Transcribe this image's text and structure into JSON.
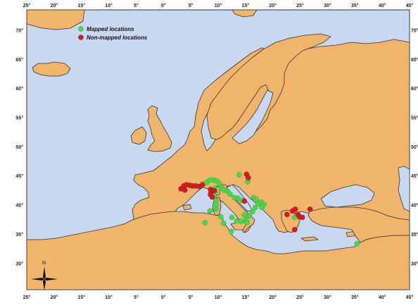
{
  "map": {
    "colors": {
      "sea": "#c8d8f0",
      "land": "#f0b46a",
      "coast": "#333333",
      "mapped": "#4cd64c",
      "non_mapped": "#d21e1e"
    },
    "axes": {
      "longitude_ticks": [
        "25°",
        "20°",
        "15°",
        "10°",
        "5°",
        "0°",
        "5°",
        "10°",
        "15°",
        "20°",
        "25°",
        "30°",
        "35°",
        "40°",
        "45°"
      ],
      "latitude_ticks": [
        "70°",
        "65°",
        "60°",
        "55°",
        "50°",
        "45°",
        "40°",
        "35°",
        "30°"
      ]
    },
    "legend": {
      "mapped_label": "Mapped locations",
      "non_mapped_label": "Non-mapped locations"
    },
    "compass": {
      "north_label": "N"
    },
    "mapped_locations": [
      {
        "lon": 7.3,
        "lat": 43.6
      },
      {
        "lon": 7.9,
        "lat": 43.9
      },
      {
        "lon": 8.5,
        "lat": 44.3
      },
      {
        "lon": 9.2,
        "lat": 44.3
      },
      {
        "lon": 9.8,
        "lat": 44.1
      },
      {
        "lon": 10.3,
        "lat": 43.6
      },
      {
        "lon": 10.6,
        "lat": 43.0
      },
      {
        "lon": 11.0,
        "lat": 42.6
      },
      {
        "lon": 11.7,
        "lat": 42.4
      },
      {
        "lon": 12.2,
        "lat": 41.9
      },
      {
        "lon": 13.0,
        "lat": 41.3
      },
      {
        "lon": 13.6,
        "lat": 41.2
      },
      {
        "lon": 14.3,
        "lat": 40.8
      },
      {
        "lon": 9.4,
        "lat": 42.9
      },
      {
        "lon": 9.5,
        "lat": 42.2
      },
      {
        "lon": 9.2,
        "lat": 41.6
      },
      {
        "lon": 9.6,
        "lat": 40.8
      },
      {
        "lon": 9.7,
        "lat": 40.0
      },
      {
        "lon": 9.6,
        "lat": 39.3
      },
      {
        "lon": 8.5,
        "lat": 39.0
      },
      {
        "lon": 10.5,
        "lat": 38.0
      },
      {
        "lon": 12.5,
        "lat": 37.9
      },
      {
        "lon": 13.4,
        "lat": 37.3
      },
      {
        "lon": 14.2,
        "lat": 37.2
      },
      {
        "lon": 15.1,
        "lat": 37.5
      },
      {
        "lon": 15.3,
        "lat": 37.0
      },
      {
        "lon": 14.8,
        "lat": 38.3
      },
      {
        "lon": 15.7,
        "lat": 38.2
      },
      {
        "lon": 16.3,
        "lat": 38.9
      },
      {
        "lon": 16.8,
        "lat": 39.6
      },
      {
        "lon": 17.3,
        "lat": 40.3
      },
      {
        "lon": 17.9,
        "lat": 40.5
      },
      {
        "lon": 18.4,
        "lat": 40.1
      },
      {
        "lon": 18.0,
        "lat": 39.6
      },
      {
        "lon": 16.5,
        "lat": 41.3
      },
      {
        "lon": 17.0,
        "lat": 41.0
      },
      {
        "lon": 12.4,
        "lat": 35.5
      },
      {
        "lon": 11.0,
        "lat": 36.9
      },
      {
        "lon": 7.6,
        "lat": 37.0
      },
      {
        "lon": 13.8,
        "lat": 45.2
      },
      {
        "lon": 15.4,
        "lat": 44.0
      },
      {
        "lon": 35.4,
        "lat": 33.4
      },
      {
        "lon": 24.0,
        "lat": 37.9
      }
    ],
    "non_mapped_locations": [
      {
        "lon": 3.2,
        "lat": 42.8
      },
      {
        "lon": 3.7,
        "lat": 43.3
      },
      {
        "lon": 4.2,
        "lat": 43.5
      },
      {
        "lon": 4.8,
        "lat": 43.4
      },
      {
        "lon": 5.3,
        "lat": 43.3
      },
      {
        "lon": 5.9,
        "lat": 43.3
      },
      {
        "lon": 6.5,
        "lat": 43.2
      },
      {
        "lon": 7.1,
        "lat": 43.5
      },
      {
        "lon": 3.9,
        "lat": 42.6
      },
      {
        "lon": 8.6,
        "lat": 42.7
      },
      {
        "lon": 8.7,
        "lat": 42.2
      },
      {
        "lon": 8.6,
        "lat": 41.8
      },
      {
        "lon": 8.9,
        "lat": 41.4
      },
      {
        "lon": 9.3,
        "lat": 42.5
      },
      {
        "lon": 15.2,
        "lat": 45.3
      },
      {
        "lon": 15.5,
        "lat": 44.7
      },
      {
        "lon": 14.8,
        "lat": 40.7
      },
      {
        "lon": 22.6,
        "lat": 38.4
      },
      {
        "lon": 23.6,
        "lat": 39.0
      },
      {
        "lon": 24.1,
        "lat": 39.3
      },
      {
        "lon": 24.6,
        "lat": 38.4
      },
      {
        "lon": 24.9,
        "lat": 38.0
      },
      {
        "lon": 25.4,
        "lat": 37.9
      },
      {
        "lon": 26.8,
        "lat": 39.3
      },
      {
        "lon": 24.0,
        "lat": 35.8
      }
    ]
  }
}
